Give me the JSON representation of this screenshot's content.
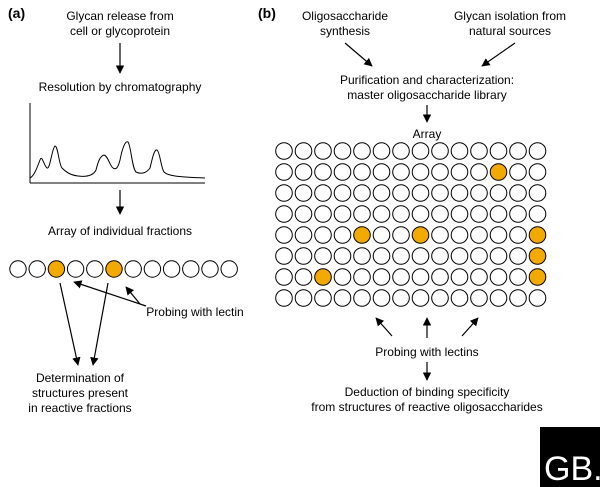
{
  "panel_a": {
    "label": "(a)",
    "step1": [
      "Glycan release from",
      "cell or glycoprotein"
    ],
    "step2": "Resolution by chromatography",
    "step3": "Array of individual fractions",
    "probe": "Probing with lectin",
    "result": [
      "Determination of",
      "structures present",
      "in reactive fractions"
    ],
    "fractions": {
      "count": 12,
      "reactive": [
        2,
        5
      ]
    }
  },
  "panel_b": {
    "label": "(b)",
    "source1": [
      "Oligosaccharide",
      "synthesis"
    ],
    "source2": [
      "Glycan isolation from",
      "natural sources"
    ],
    "library": [
      "Purification and characterization:",
      "master oligosaccharide library"
    ],
    "array_title": "Array",
    "probe": "Probing with lectins",
    "result": [
      "Deduction of binding specificity",
      "from structures of reactive oligosaccharides"
    ],
    "grid": {
      "rows": 8,
      "cols": 14,
      "reactive": [
        [
          1,
          11
        ],
        [
          4,
          4
        ],
        [
          4,
          7
        ],
        [
          4,
          13
        ],
        [
          5,
          13
        ],
        [
          6,
          2
        ],
        [
          6,
          13
        ]
      ]
    }
  },
  "logo": {
    "text": "GB.c"
  },
  "colors": {
    "reactive": "#f2a900",
    "stroke": "#000000",
    "empty": "#ffffff"
  }
}
